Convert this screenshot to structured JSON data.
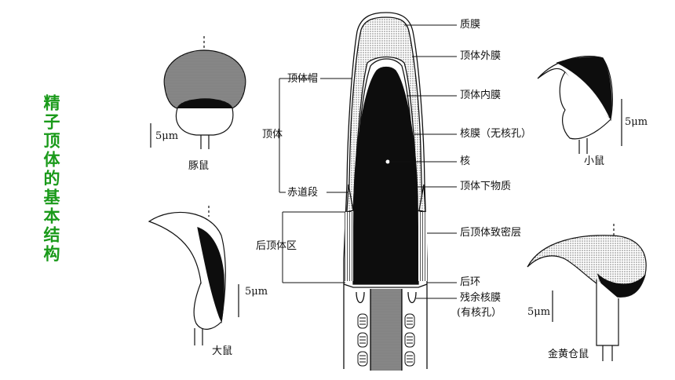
{
  "side_title": "精子顶体的基本结构",
  "colors": {
    "title": "#1a9a1a",
    "ink": "#111111",
    "dark_fill": "#0d0d0d",
    "stipple": "#9a9a9a"
  },
  "labels": {
    "zhimo": "质膜",
    "dingti_waimo": "顶体外膜",
    "dingti_neimo": "顶体内膜",
    "hemo": "核膜（无核孔）",
    "he": "核",
    "dingti_xiawuzhi": "顶体下物质",
    "hou_dingti_zhimiceng": "后顶体致密层",
    "houhuan": "后环",
    "canyu_hemo": "残余核膜",
    "you_hekong": "(有核孔）",
    "dingti_mao": "顶体帽",
    "dingti": "顶体",
    "chidao_duan": "赤道段",
    "hou_dingti_qu": "后顶体区"
  },
  "species": {
    "guinea_pig": {
      "name": "豚鼠",
      "scale": "5μm"
    },
    "mouse": {
      "name": "小鼠",
      "scale": "5μm"
    },
    "rat": {
      "name": "大鼠",
      "scale": "5μm"
    },
    "hamster": {
      "name": "金黄仓鼠",
      "scale": "5μm"
    }
  }
}
